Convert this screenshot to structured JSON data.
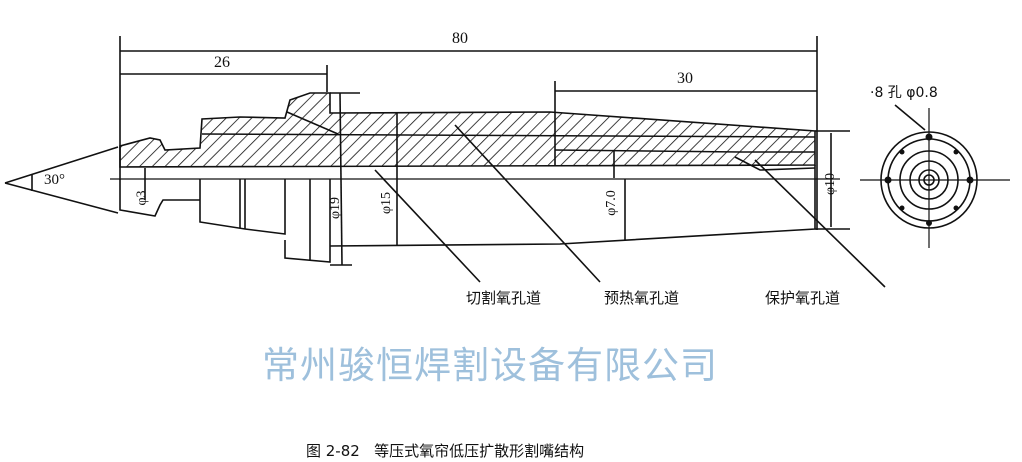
{
  "dimensions": {
    "total_length": "80",
    "front_length": "26",
    "taper_length": "30",
    "angle": "30°",
    "d_tip": "φ3",
    "d_19": "φ19",
    "d_15": "φ15",
    "d_7": "φ7.0",
    "d_10": "φ10"
  },
  "end_view_note": "·8 孔 φ0.8",
  "callouts": [
    "切割氧孔道",
    "预热氧孔道",
    "保护氧孔道"
  ],
  "watermark": "常州骏恒焊割设备有限公司",
  "caption": "图 2-82   等压式氧帘低压扩散形割嘴结构"
}
